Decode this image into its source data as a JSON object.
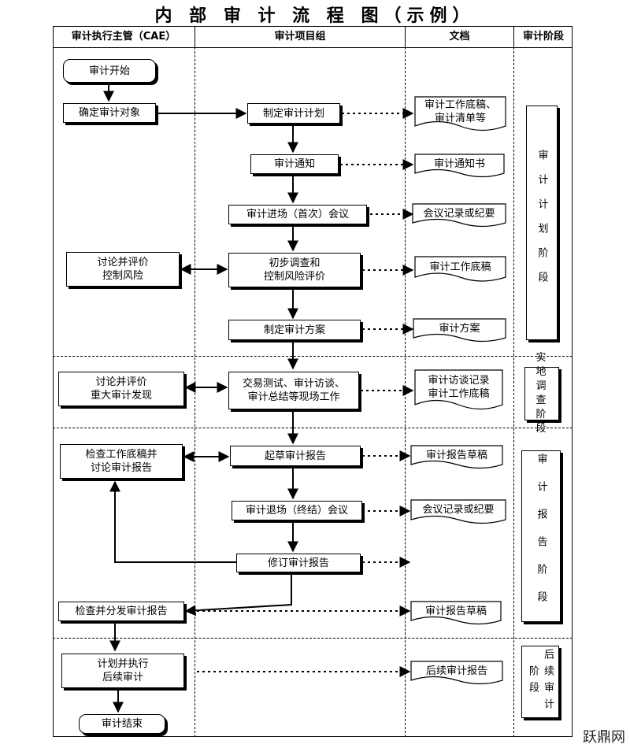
{
  "title": "内 部 审 计 流 程 图（示例）",
  "columns": [
    "审计执行主管（CAE）",
    "审计项目组",
    "文档",
    "审计阶段"
  ],
  "cae": {
    "start": "审计开始",
    "define_object": "确定审计对象",
    "discuss_risk": "讨论并评价\n控制风险",
    "discuss_findings": "讨论并评价\n重大审计发现",
    "review_report": "检查工作底稿并\n讨论审计报告",
    "distribute_report": "检查并分发审计报告",
    "plan_followup": "计划并执行\n后续审计",
    "end": "审计结束"
  },
  "team": {
    "make_plan": "制定审计计划",
    "notice": "审计通知",
    "entry_meeting": "审计进场（首次）会议",
    "risk_assessment": "初步调查和\n控制风险评价",
    "make_program": "制定审计方案",
    "fieldwork": "交易测试、审计访谈、\n审计总结等现场工作",
    "draft_report": "起草审计报告",
    "exit_meeting": "审计退场（终结）会议",
    "revise_report": "修订审计报告"
  },
  "docs": {
    "workpaper_checklist": "审计工作底稿、\n审计清单等",
    "notice_letter": "审计通知书",
    "minutes_1": "会议记录或纪要",
    "workpaper": "审计工作底稿",
    "program": "审计方案",
    "interview_workpaper": "审计访谈记录\n审计工作底稿",
    "report_draft_1": "审计报告草稿",
    "minutes_2": "会议记录或纪要",
    "report_draft_2": "审计报告草稿",
    "followup_report": "后续审计报告"
  },
  "phases": {
    "planning": "审计计划阶段",
    "fieldwork": "实地调查阶段",
    "reporting": "审计报告阶段",
    "followup": "后续审计阶段"
  },
  "watermark": "跃鼎网"
}
